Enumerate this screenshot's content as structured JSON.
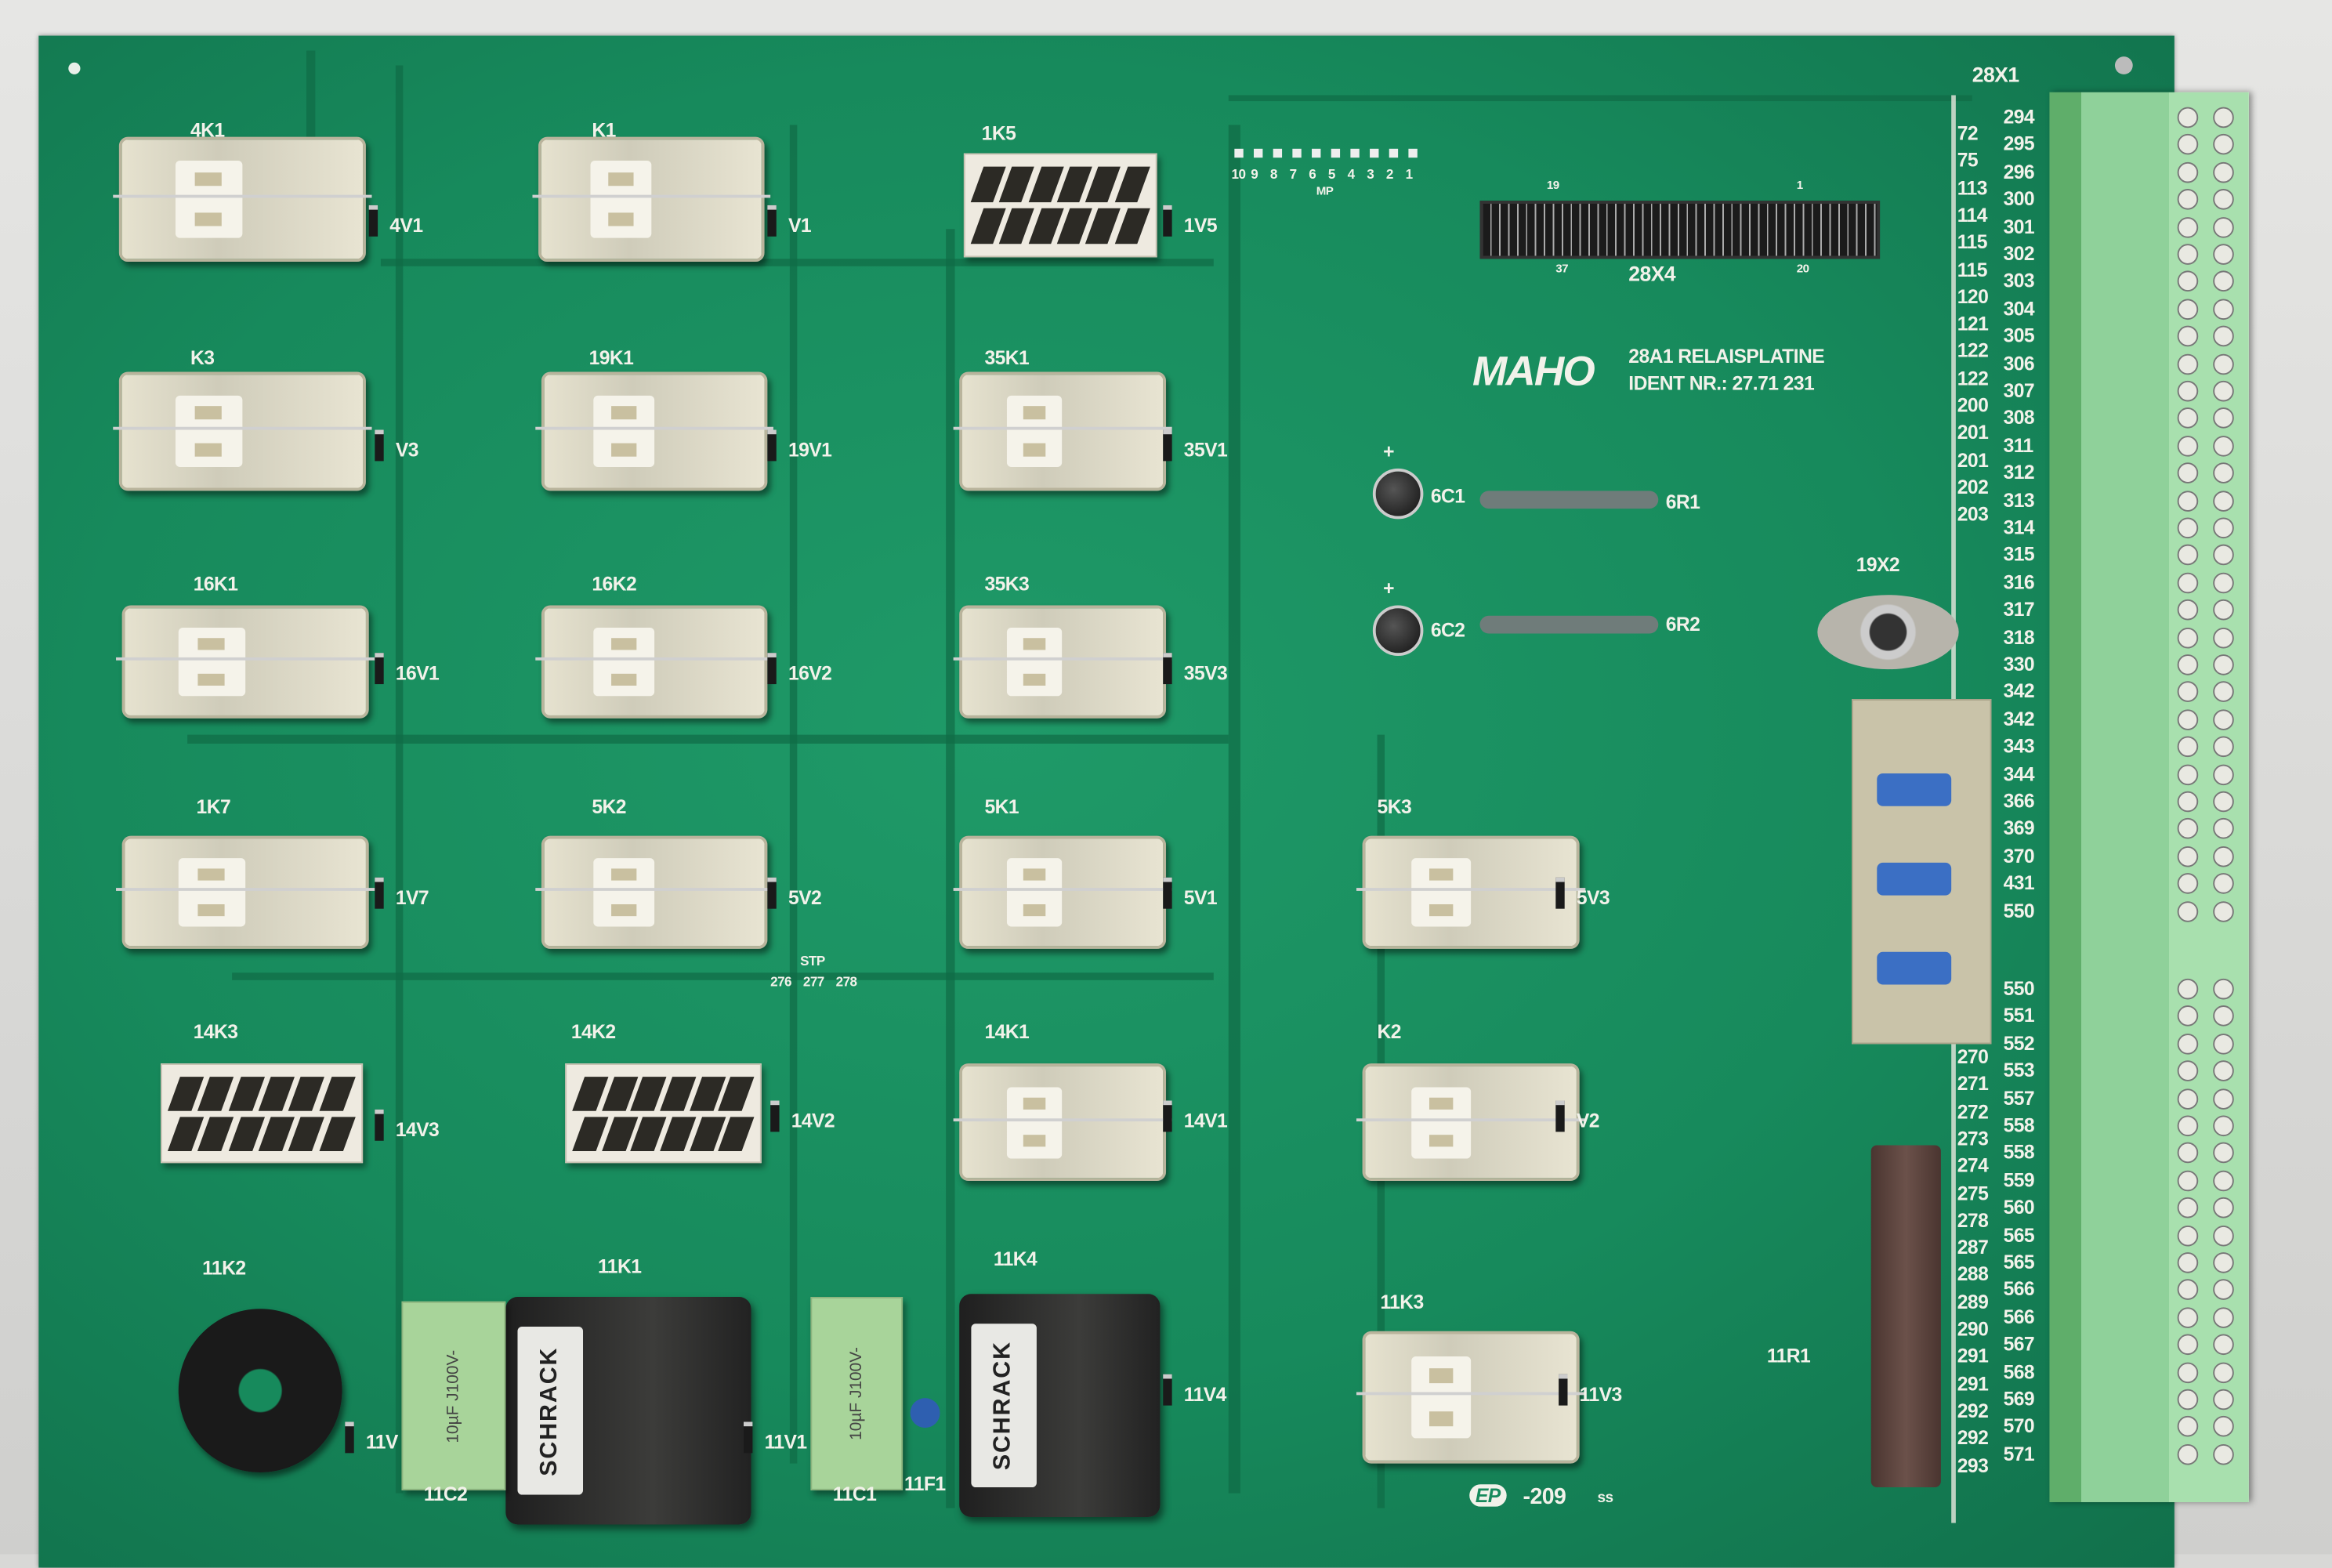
{
  "board": {
    "brand": "MAHO",
    "title": "28A1 RELAISPLATINE",
    "ident": "IDENT NR.: 27.71 231",
    "marking": "EP",
    "marking_code": "-209",
    "marking_suffix": "ss"
  },
  "relays": [
    {
      "id": "4K1",
      "diode": "4V1",
      "type": "relay"
    },
    {
      "id": "K1",
      "diode": "V1",
      "type": "relay"
    },
    {
      "id": "1K5",
      "diode": "1V5",
      "type": "socket"
    },
    {
      "id": "K3",
      "diode": "V3",
      "type": "relay"
    },
    {
      "id": "19K1",
      "diode": "19V1",
      "type": "relay"
    },
    {
      "id": "35K1",
      "diode": "35V1",
      "type": "relay"
    },
    {
      "id": "16K1",
      "diode": "16V1",
      "type": "relay"
    },
    {
      "id": "16K2",
      "diode": "16V2",
      "type": "relay"
    },
    {
      "id": "35K3",
      "diode": "35V3",
      "type": "relay"
    },
    {
      "id": "1K7",
      "diode": "1V7",
      "type": "relay"
    },
    {
      "id": "5K2",
      "diode": "5V2",
      "type": "relay"
    },
    {
      "id": "5K1",
      "diode": "5V1",
      "type": "relay"
    },
    {
      "id": "5K3",
      "diode": "5V3",
      "type": "relay"
    },
    {
      "id": "14K3",
      "diode": "14V3",
      "type": "socket"
    },
    {
      "id": "14K2",
      "diode": "14V2",
      "type": "socket"
    },
    {
      "id": "14K1",
      "diode": "14V1",
      "type": "relay"
    },
    {
      "id": "K2",
      "diode": "V2",
      "type": "relay"
    },
    {
      "id": "11K2",
      "diode": "11V",
      "type": "round-socket"
    },
    {
      "id": "11K1",
      "diode": "11V1",
      "type": "schrack"
    },
    {
      "id": "11K4",
      "diode": "11V4",
      "type": "schrack"
    },
    {
      "id": "11K3",
      "diode": "11V3",
      "type": "relay"
    }
  ],
  "schrack_label": "SCHRACK",
  "capacitors": [
    {
      "id": "11C2",
      "text": "10µF J100V-"
    },
    {
      "id": "11C1",
      "text": "10µF J100V-"
    }
  ],
  "fuse": "11F1",
  "electrolytics": [
    {
      "id": "6C1",
      "polarity": "+"
    },
    {
      "id": "6C2",
      "polarity": "+"
    }
  ],
  "resistors": [
    "6R1",
    "6R2"
  ],
  "power_resistor": "11R1",
  "din_socket": "19X2",
  "ribbon": {
    "label": "28X4",
    "pin_1": "1",
    "pin_19": "19",
    "pin_37": "37",
    "pin_20": "20"
  },
  "mp_header": {
    "label": "MP",
    "pins": [
      "10",
      "9",
      "8",
      "7",
      "6",
      "5",
      "4",
      "3",
      "2",
      "1"
    ]
  },
  "stp": {
    "label": "STP",
    "pins": [
      "276",
      "277",
      "278"
    ]
  },
  "terminal": {
    "label": "28X1",
    "left_upper": [
      "72",
      "75",
      "113",
      "114",
      "115",
      "115",
      "120",
      "121",
      "122",
      "122",
      "200",
      "201",
      "201",
      "202",
      "203"
    ],
    "left_lower": [
      "270",
      "271",
      "272",
      "273",
      "274",
      "275",
      "278",
      "287",
      "288",
      "289",
      "290",
      "291",
      "291",
      "292",
      "292",
      "293"
    ],
    "right": [
      "294",
      "295",
      "296",
      "300",
      "301",
      "302",
      "303",
      "304",
      "305",
      "306",
      "307",
      "308",
      "311",
      "312",
      "313",
      "314",
      "315",
      "316",
      "317",
      "318",
      "330",
      "342",
      "342",
      "343",
      "344",
      "366",
      "369",
      "370",
      "431",
      "550",
      "550",
      "551",
      "552",
      "553",
      "557",
      "558",
      "558",
      "559",
      "560",
      "565",
      "565",
      "566",
      "566",
      "567",
      "568",
      "569",
      "570",
      "571"
    ]
  },
  "colors": {
    "pcb": "#178a5c",
    "silkscreen": "#f2f2ea",
    "terminal_block": "#8fd19a"
  }
}
